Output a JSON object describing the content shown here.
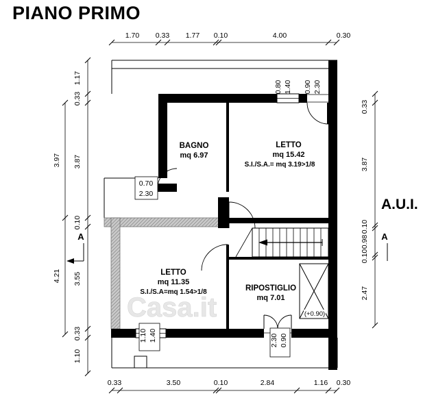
{
  "title": "PIANO PRIMO",
  "watermark": "Casa.it",
  "side_label": "A.U.I.",
  "section_label": "A",
  "rooms": {
    "bagno": {
      "name": "BAGNO",
      "area": "mq 6.97"
    },
    "letto_grande": {
      "name": "LETTO",
      "area": "mq 15.42",
      "ratio": "S.I./S.A.= mq 3.19>1/8"
    },
    "letto_piccolo": {
      "name": "LETTO",
      "area": "mq 11.35",
      "ratio": "S.I./S.A=mq 1.54>1/8"
    },
    "ripostiglio": {
      "name": "RIPOSTIGLIO",
      "area": "mq 7.01"
    },
    "shaft_level": "(+0.90)"
  },
  "dims": {
    "top": [
      "1.70",
      "0.33",
      "1.77",
      "0.10",
      "4.00",
      "0.30"
    ],
    "bottom": [
      "0.33",
      "3.50",
      "0.10",
      "2.84",
      "1.16",
      "0.30"
    ],
    "left_outer": [
      "3.97",
      "4.21"
    ],
    "left_inner": [
      "1.17",
      "0.33",
      "3.87",
      "0.10",
      "3.55",
      "0.33",
      "1.10"
    ],
    "right": [
      "0.33",
      "3.87",
      "0.10",
      "0.98",
      "0.10",
      "2.47"
    ],
    "openings": {
      "window_top": [
        "0.80",
        "1.40"
      ],
      "door_top": [
        "0.90",
        "2.30"
      ],
      "door_left": [
        "0.70",
        "2.30"
      ],
      "window_bottom": [
        "1.10",
        "1.40"
      ],
      "door_bottom": [
        "2.30",
        "0.90"
      ]
    }
  }
}
